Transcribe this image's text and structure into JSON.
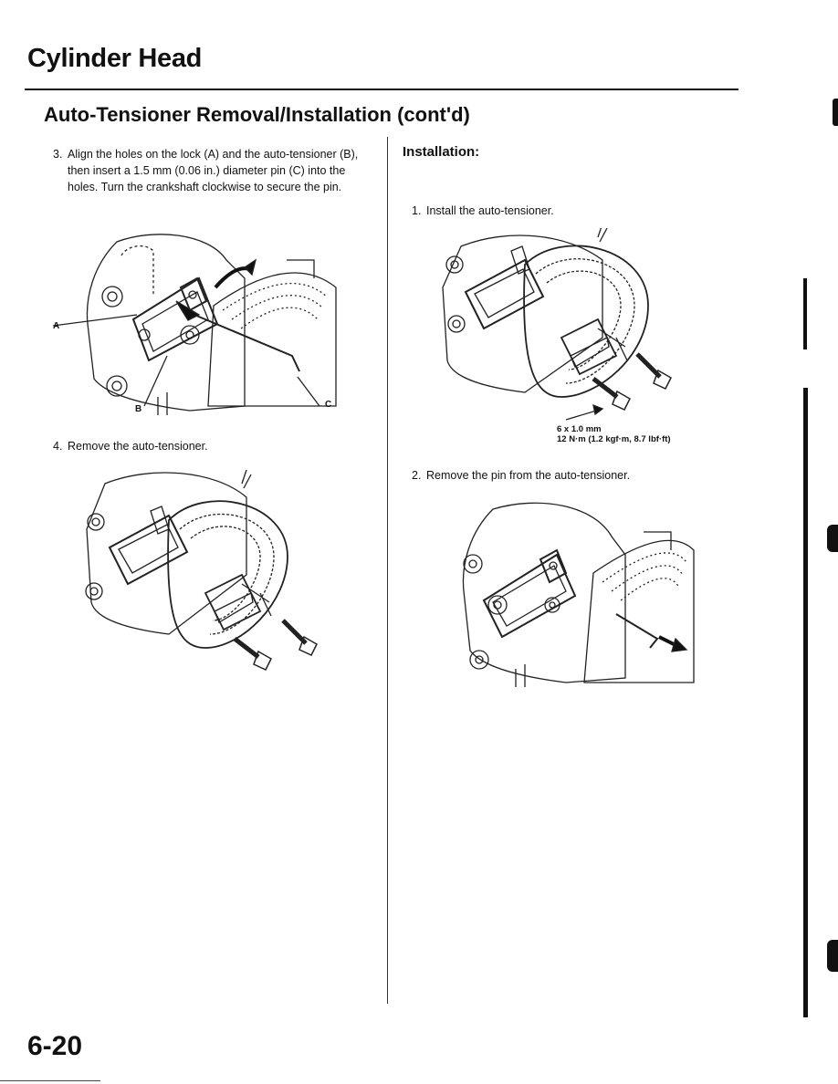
{
  "page": {
    "title": "Cylinder Head",
    "section_title": "Auto-Tensioner Removal/Installation (cont'd)",
    "page_number": "6-20"
  },
  "left_column": {
    "step3": {
      "number": "3.",
      "text": "Align the holes on the lock (A) and the auto-tensioner (B), then insert a 1.5 mm (0.06 in.) diameter pin (C) into the holes. Turn the crankshaft clockwise to secure the pin."
    },
    "figure1_labels": {
      "a": "A",
      "b": "B",
      "c": "C"
    },
    "step4": {
      "number": "4.",
      "text": "Remove the auto-tensioner."
    }
  },
  "right_column": {
    "heading": "Installation:",
    "step1": {
      "number": "1.",
      "text": "Install the auto-tensioner."
    },
    "bolt_spec": {
      "size": "6 x 1.0 mm",
      "torque": "12 N·m (1.2 kgf·m, 8.7 lbf·ft)"
    },
    "step2": {
      "number": "2.",
      "text": "Remove the pin from the auto-tensioner."
    }
  }
}
